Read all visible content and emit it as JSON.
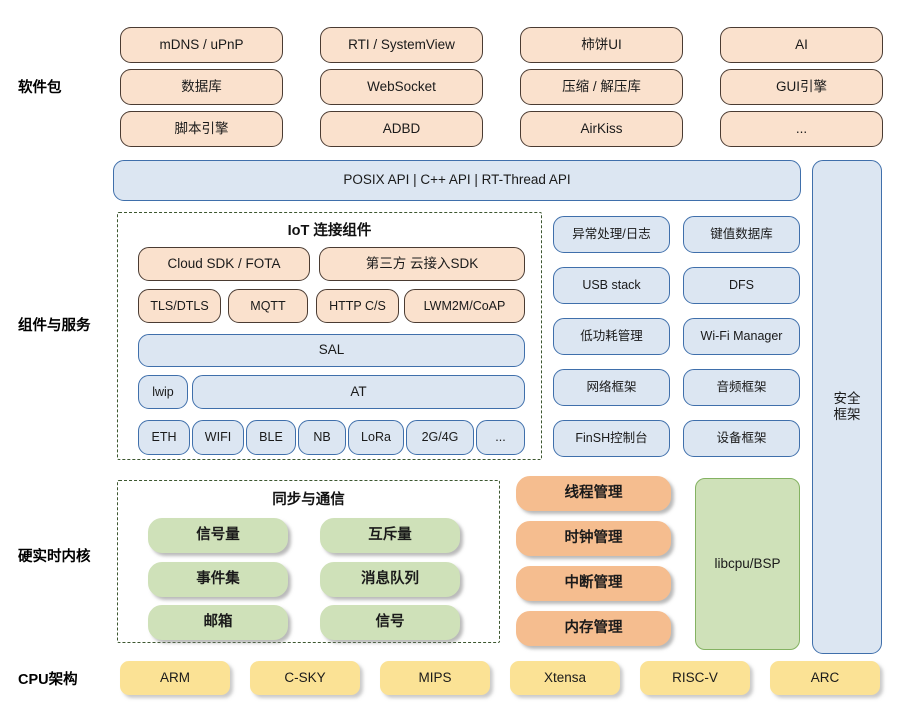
{
  "diagram": {
    "title": "RT-Thread architecture layers",
    "colors": {
      "peach_fill": "#fae1cd",
      "peach_border": "#4a3b32",
      "blue_fill": "#dce6f2",
      "blue_border": "#3f6fab",
      "green_fill": "#cfe1b9",
      "green_border": "#84b262",
      "orange_fill": "#f5bd8f",
      "yellow_fill": "#fbe295",
      "dash_border": "#3d5730",
      "background": "#ffffff"
    }
  },
  "row_labels": {
    "software_packages": "软件包",
    "components_services": "组件与服务",
    "hard_realtime_kernel": "硬实时内核",
    "cpu_architecture": "CPU架构"
  },
  "software_packages": {
    "columns": [
      [
        "mDNS / uPnP",
        "数据库",
        "脚本引擎"
      ],
      [
        "RTI / SystemView",
        "WebSocket",
        "ADBD"
      ],
      [
        "柿饼UI",
        "压缩 / 解压库",
        "AirKiss"
      ],
      [
        "AI",
        "GUI引擎",
        "..."
      ]
    ]
  },
  "api_bar": {
    "label": "POSIX API  |  C++ API  |  RT-Thread API"
  },
  "security_framework": {
    "line1": "安全",
    "line2": "框架"
  },
  "iot_group": {
    "title": "IoT 连接组件",
    "row1": [
      "Cloud SDK / FOTA",
      "第三方 云接入SDK"
    ],
    "row2": [
      "TLS/DTLS",
      "MQTT",
      "HTTP C/S",
      "LWM2M/CoAP"
    ],
    "sal": "SAL",
    "lwip": "lwip",
    "at": "AT",
    "links": [
      "ETH",
      "WIFI",
      "BLE",
      "NB",
      "LoRa",
      "2G/4G",
      "..."
    ]
  },
  "components_right": {
    "rows": [
      [
        "异常处理/日志",
        "键值数据库"
      ],
      [
        "USB stack",
        "DFS"
      ],
      [
        "低功耗管理",
        "Wi-Fi Manager"
      ],
      [
        "网络框架",
        "音频框架"
      ],
      [
        "FinSH控制台",
        "设备框架"
      ]
    ]
  },
  "sync_group": {
    "title": "同步与通信",
    "rows": [
      [
        "信号量",
        "互斥量"
      ],
      [
        "事件集",
        "消息队列"
      ],
      [
        "邮箱",
        "信号"
      ]
    ]
  },
  "kernel_management": {
    "items": [
      "线程管理",
      "时钟管理",
      "中断管理",
      "内存管理"
    ]
  },
  "libcpu": {
    "label": "libcpu/BSP"
  },
  "cpu_architectures": {
    "items": [
      "ARM",
      "C-SKY",
      "MIPS",
      "Xtensa",
      "RISC-V",
      "ARC"
    ]
  }
}
